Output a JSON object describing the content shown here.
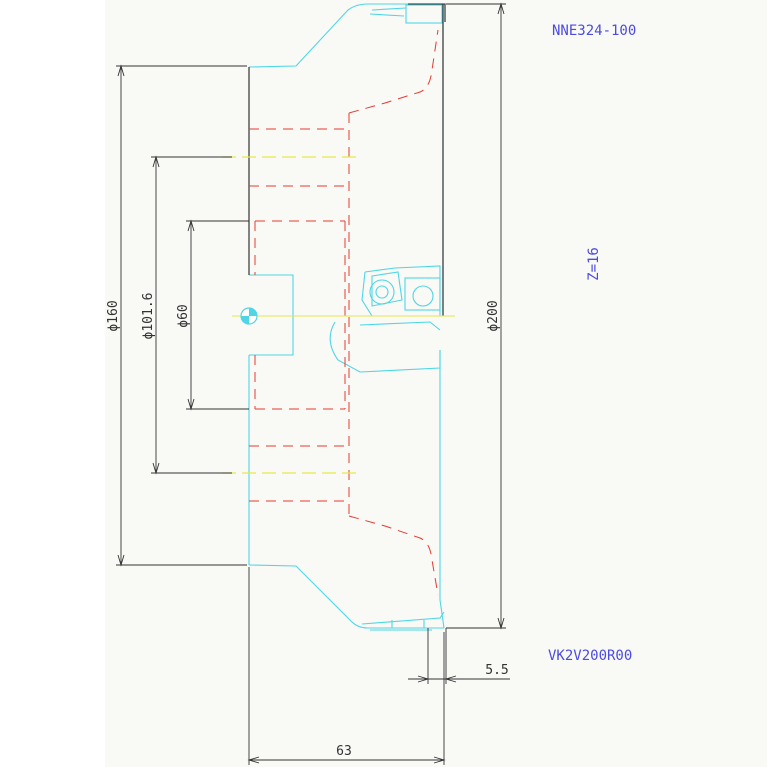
{
  "labels": {
    "part_top": "NNE324-100",
    "part_bottom": "VK2V200R00",
    "teeth": "Z=16"
  },
  "dimensions": {
    "d160": "ϕ160",
    "d101": "ϕ101.6",
    "d60": "ϕ60",
    "d200": "ϕ200",
    "offset": "5.5",
    "width": "63"
  },
  "colors": {
    "outline": "#4fd6e6",
    "hidden": "#e83a32",
    "dimension": "#333333",
    "text": "#4c4ce0",
    "centerline": "#e8e84a"
  }
}
